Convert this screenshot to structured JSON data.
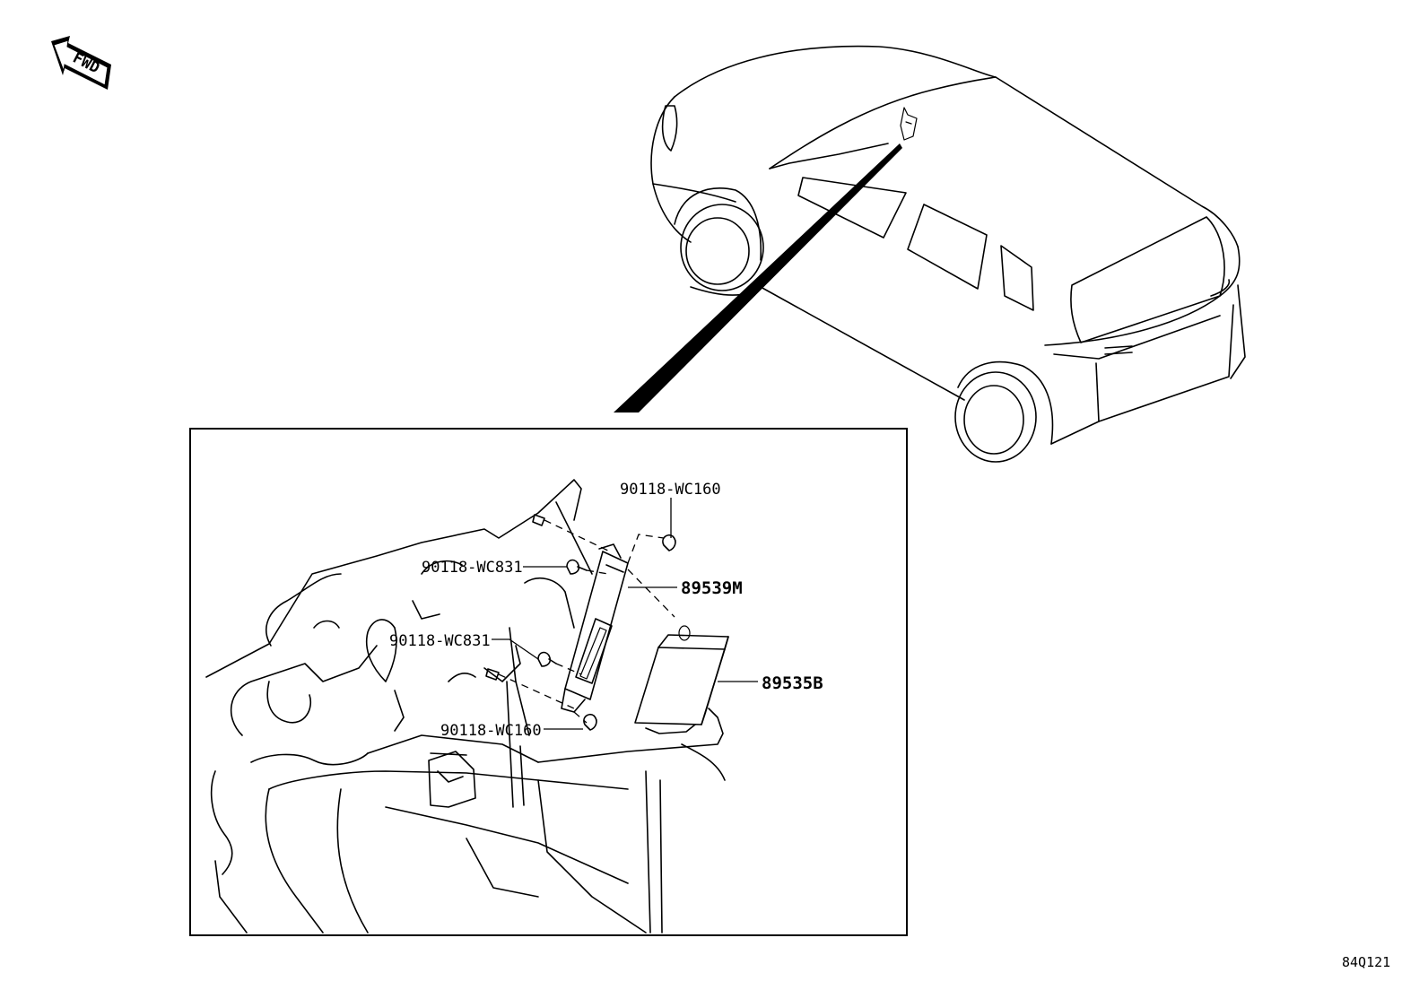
{
  "fwd_arrow": {
    "label": "FWD",
    "icon": "forward-arrow-icon"
  },
  "diagram_code": "84Q121",
  "callouts": [
    {
      "part_number": "90118-WC160",
      "emphasis": "normal"
    },
    {
      "part_number": "90118-WC831",
      "emphasis": "normal"
    },
    {
      "part_number": "89539M",
      "emphasis": "bold"
    },
    {
      "part_number": "90118-WC831",
      "emphasis": "normal"
    },
    {
      "part_number": "89535B",
      "emphasis": "bold"
    },
    {
      "part_number": "90118-WC160",
      "emphasis": "normal"
    }
  ]
}
